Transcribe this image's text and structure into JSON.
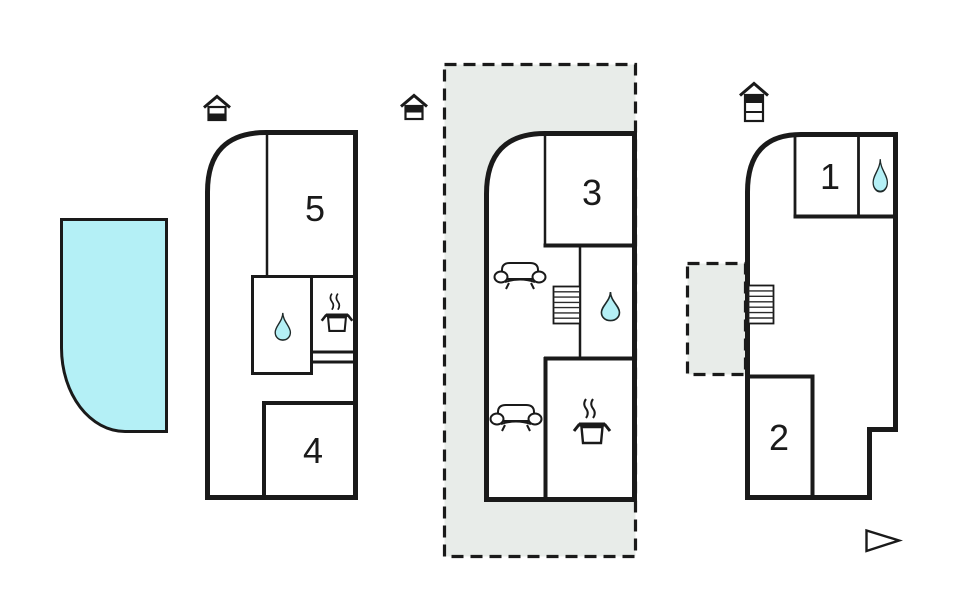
{
  "colors": {
    "wall": "#1a1a1a",
    "pool_fill": "#b4f0f6",
    "zone_fill": "#e8ece9",
    "drop_fill": "#b4f0f6",
    "background": "#ffffff"
  },
  "pool": {
    "name": "swimming-pool"
  },
  "buildings": {
    "left": {
      "floor_icon": "house-ground-floor-icon",
      "rooms": [
        {
          "label": "5"
        },
        {
          "label": "4"
        }
      ],
      "features": [
        "water-drop-icon",
        "hotplate-pot-icon"
      ]
    },
    "middle": {
      "highlighted": true,
      "floor_icon": "house-upper-floor-icon",
      "rooms": [
        {
          "label": "3"
        }
      ],
      "features": [
        "sofa-icon",
        "sofa-icon",
        "staircase-icon",
        "water-drop-icon",
        "hotplate-pot-icon"
      ]
    },
    "right": {
      "floor_icon": "house-top-floor-icon",
      "rooms": [
        {
          "label": "1"
        },
        {
          "label": "2"
        }
      ],
      "features": [
        "water-drop-icon",
        "staircase-icon",
        "annex-dashed-zone"
      ]
    }
  },
  "markers": {
    "direction_pointer": "triangle-right-icon"
  }
}
